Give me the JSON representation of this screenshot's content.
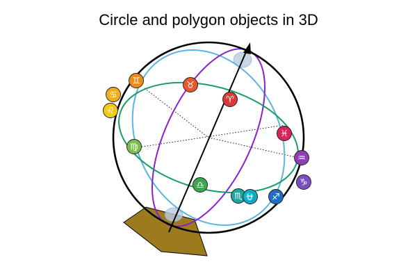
{
  "title": "Circle and polygon objects in 3D",
  "colors": {
    "outline": "#000000",
    "meridian_blue": "#5ab4e0",
    "ecliptic_green": "#1a9b6a",
    "meridian_purple": "#8a1fd0",
    "polygon_fill": "#9c7a1e",
    "pole_disk": "#b8cde0"
  },
  "markers": [
    {
      "symbol": "♈",
      "name": "Aries",
      "color": "#d93b3b"
    },
    {
      "symbol": "♉",
      "name": "Taurus",
      "color": "#e8582c"
    },
    {
      "symbol": "♊",
      "name": "Gemini",
      "color": "#ee8a1a"
    },
    {
      "symbol": "♋",
      "name": "Cancer",
      "color": "#f1ad1b"
    },
    {
      "symbol": "♌",
      "name": "Leo",
      "color": "#f2c81c"
    },
    {
      "symbol": "♍",
      "name": "Virgo",
      "color": "#7bbd4a"
    },
    {
      "symbol": "♎",
      "name": "Libra",
      "color": "#3ba84f"
    },
    {
      "symbol": "♏",
      "name": "Scorpio",
      "color": "#1ea59e"
    },
    {
      "symbol": "♐",
      "name": "Sagittarius",
      "color": "#1e6fc4"
    },
    {
      "symbol": "♑",
      "name": "Capricorn",
      "color": "#7b4fc0"
    },
    {
      "symbol": "♒",
      "name": "Aquarius",
      "color": "#8e3fb5"
    },
    {
      "symbol": "♓",
      "name": "Pisces",
      "color": "#d8235e"
    },
    {
      "symbol": "⛎",
      "name": "Ophiuchus",
      "color": "#19a9c1"
    }
  ]
}
